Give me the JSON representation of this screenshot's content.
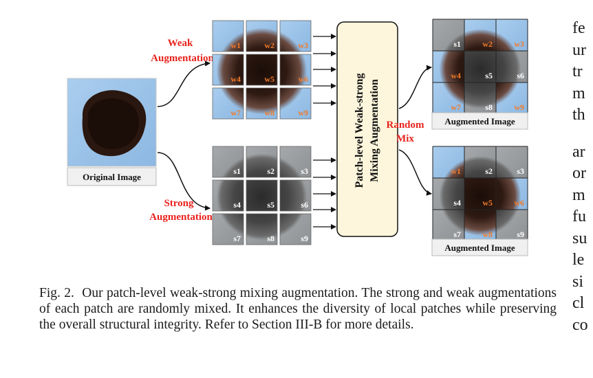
{
  "figure": {
    "original_label": "Original Image",
    "weak_label_line1": "Weak",
    "weak_label_line2": "Augmentation",
    "strong_label_line1": "Strong",
    "strong_label_line2": "Augmentation",
    "mixer_label_line1": "Patch-level Weak-strong",
    "mixer_label_line2": "Mixing Augmentation",
    "random_mix_line1": "Random",
    "random_mix_line2": "Mix",
    "augmented_label_top": "Augmented Image",
    "augmented_label_bottom": "Augmented Image",
    "weak_patches": [
      "w1",
      "w2",
      "w3",
      "w4",
      "w5",
      "w6",
      "w7",
      "w8",
      "w9"
    ],
    "strong_patches": [
      "s1",
      "s2",
      "s3",
      "s4",
      "s5",
      "s6",
      "s7",
      "s8",
      "s9"
    ],
    "augmented_top_patches": [
      "s1",
      "w2",
      "w3",
      "w4",
      "s5",
      "s6",
      "w7",
      "s8",
      "w9"
    ],
    "augmented_bottom_patches": [
      "w1",
      "s2",
      "s3",
      "s4",
      "w5",
      "w6",
      "s7",
      "w8",
      "s9"
    ],
    "colors": {
      "accent_red": "#e8231c",
      "weak_tag": "#f07a2a",
      "strong_tag": "#ffffff",
      "sky_blue": "#9ec3e8",
      "strong_gray": "#9a9da0",
      "mixer_fill": "#fdf6dc",
      "label_box": "#f0f0f0"
    }
  },
  "caption": {
    "label": "Fig. 2.",
    "text": "Our patch-level weak-strong mixing augmentation. The strong and weak augmentations of each patch are randomly mixed. It enhances the diversity of local patches while preserving the overall structural integrity. Refer to Section III-B for more details."
  },
  "side_text": {
    "lines_a": [
      "fe",
      "ur",
      "tr",
      "m",
      "th"
    ],
    "lines_b": [
      "ar",
      "or",
      "m",
      "fu",
      "su",
      "le",
      "si",
      "cl",
      "co"
    ]
  }
}
